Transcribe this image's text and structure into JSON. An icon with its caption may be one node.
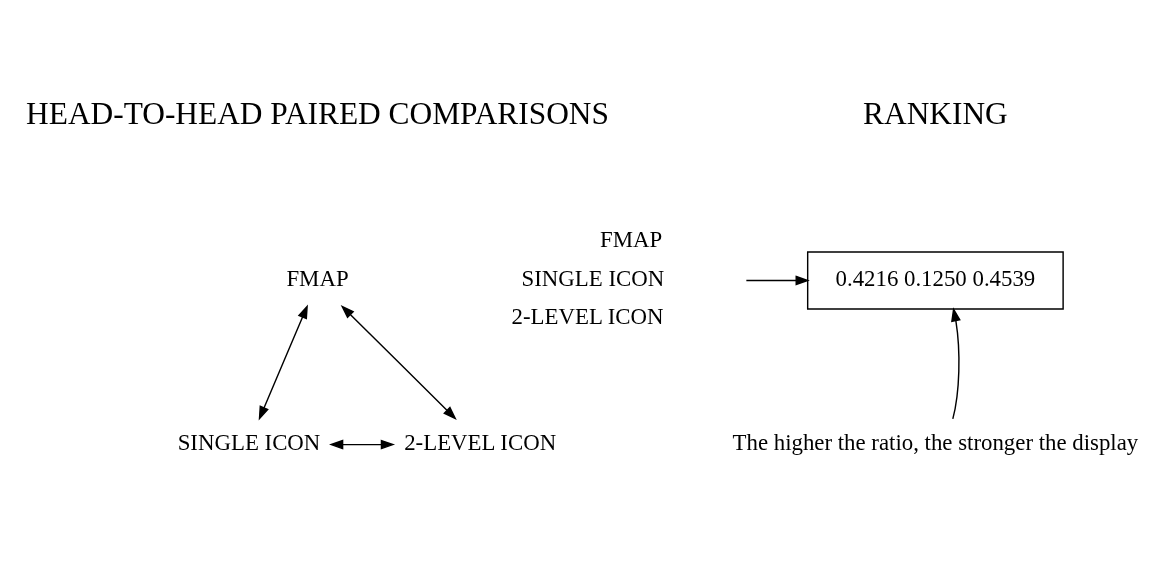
{
  "diagram": {
    "nodes": [
      {
        "text": [
          "FMAP"
        ]
      },
      {
        "text": [
          "SINGLE ICON"
        ]
      },
      {
        "text": [
          "2-LEVEL ICON"
        ]
      },
      {
        "text": [
          "0.4216 0.1250 0.4539"
        ]
      },
      {
        "text": [
          "The higher the ratio, the stronger the display"
        ]
      }
    ],
    "edges": [
      {
        "from": 0,
        "to": 1,
        "arrow": "both"
      },
      {
        "from": 0,
        "to": 2,
        "arrow": "both"
      },
      {
        "from": 1,
        "to": 2,
        "arrow": "both"
      },
      {
        "from": null,
        "to": 3,
        "arrow": "to"
      },
      {
        "from": 4,
        "to": 3,
        "arrow": "to"
      }
    ],
    "labels": [
      "HEAD-TO-HEAD PAIRED COMPARISONS",
      "RANKING",
      "FMAP",
      "SINGLE ICON",
      "2-LEVEL ICON"
    ]
  }
}
